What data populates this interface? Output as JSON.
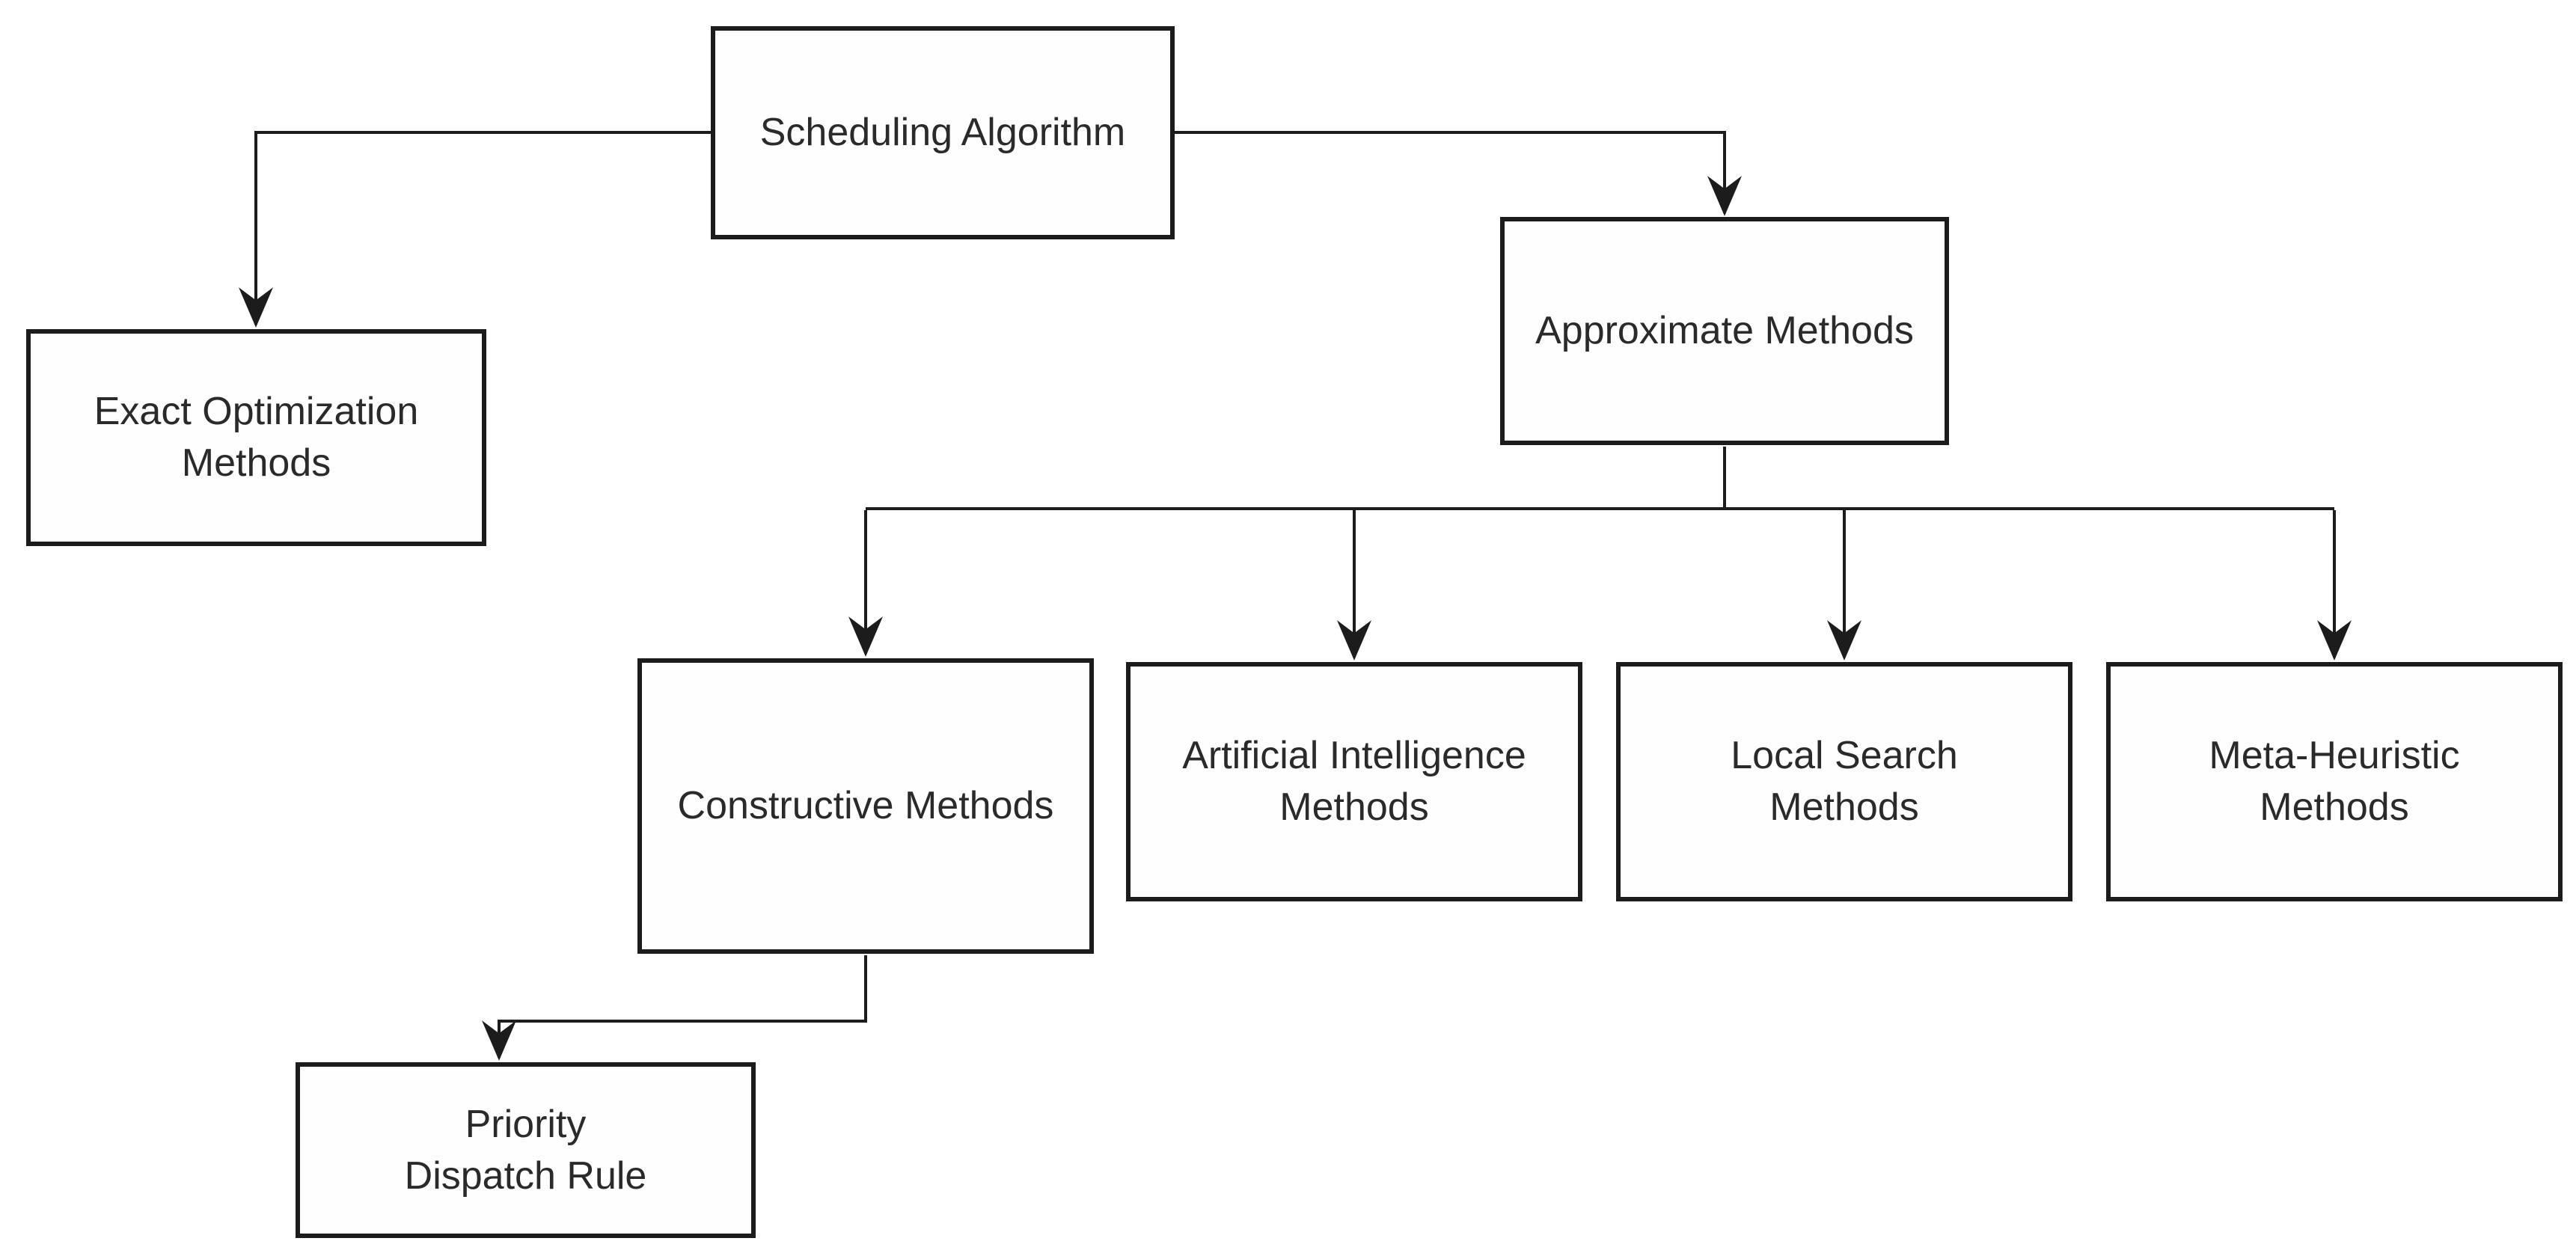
{
  "diagram": {
    "type": "flowchart",
    "colors": {
      "background": "#ffffff",
      "stroke": "#1c1c1c",
      "text": "#2a2a2a"
    },
    "nodes": {
      "scheduling": {
        "label": "Scheduling Algorithm"
      },
      "exact": {
        "label": "Exact Optimization\nMethods"
      },
      "approximate": {
        "label": "Approximate Methods"
      },
      "constructive": {
        "label": "Constructive Methods"
      },
      "ai": {
        "label": "Artificial Intelligence\nMethods"
      },
      "local": {
        "label": "Local Search\nMethods"
      },
      "meta": {
        "label": "Meta-Heuristic\nMethods"
      },
      "priority": {
        "label": "Priority\nDispatch Rule"
      }
    },
    "edges": [
      {
        "from": "scheduling",
        "to": "exact",
        "style": "elbow-arrow"
      },
      {
        "from": "scheduling",
        "to": "approximate",
        "style": "elbow-arrow"
      },
      {
        "from": "approximate",
        "to": "constructive",
        "style": "rail-arrow"
      },
      {
        "from": "approximate",
        "to": "ai",
        "style": "rail-arrow"
      },
      {
        "from": "approximate",
        "to": "local",
        "style": "rail-arrow"
      },
      {
        "from": "approximate",
        "to": "meta",
        "style": "rail-arrow"
      },
      {
        "from": "constructive",
        "to": "priority",
        "style": "elbow-arrow"
      }
    ]
  }
}
